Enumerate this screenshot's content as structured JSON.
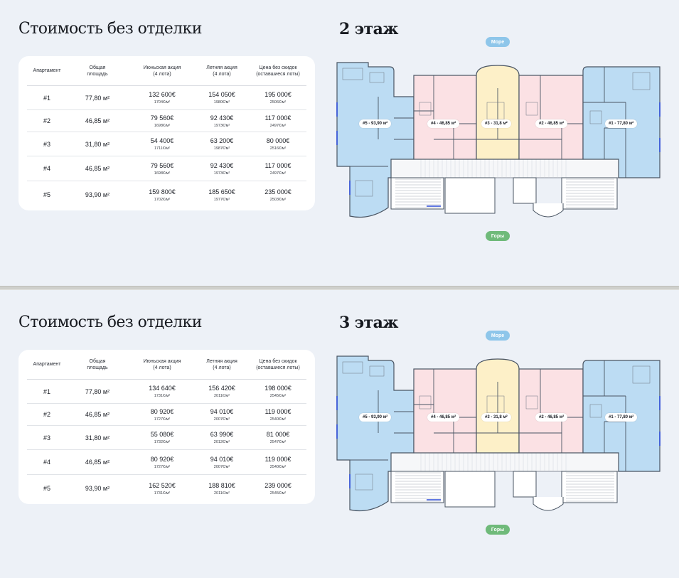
{
  "sections": [
    {
      "title": "Стоимость без отделки",
      "floor_title": "2 этаж",
      "sea_label": "Море",
      "mountains_label": "Горы",
      "headers": [
        "Апартамент",
        "Общая\nплощадь",
        "Июньская акция\n(4 лота)",
        "Летняя акция\n(4 лота)",
        "Цена без скидок\n(оставшиеся лоты)"
      ],
      "rows": [
        {
          "apt": "#1",
          "area": "77,80 м²",
          "june": "132 600€",
          "june_sub": "1704€/м²",
          "summer": "154 050€",
          "summer_sub": "1980€/м²",
          "price": "195 000€",
          "price_sub": "2506€/м²"
        },
        {
          "apt": "#2",
          "area": "46,85 м²",
          "june": "79 560€",
          "june_sub": "1698€/м²",
          "summer": "92 430€",
          "summer_sub": "1973€/м²",
          "price": "117 000€",
          "price_sub": "2497€/м²"
        },
        {
          "apt": "#3",
          "area": "31,80 м²",
          "june": "54 400€",
          "june_sub": "1711€/м²",
          "summer": "63 200€",
          "summer_sub": "1987€/м²",
          "price": "80 000€",
          "price_sub": "2516€/м²"
        },
        {
          "apt": "#4",
          "area": "46,85 м²",
          "june": "79 560€",
          "june_sub": "1698€/м²",
          "summer": "92 430€",
          "summer_sub": "1973€/м²",
          "price": "117 000€",
          "price_sub": "2497€/м²"
        },
        {
          "apt": "#5",
          "area": "93,90 м²",
          "june": "159 800€",
          "june_sub": "1702€/м²",
          "summer": "185 650€",
          "summer_sub": "1977€/м²",
          "price": "235 000€",
          "price_sub": "2503€/м²"
        }
      ],
      "plan_labels": [
        "#5 - 93,90 м²",
        "#4 - 46,85 м²",
        "#3 - 31,8 м²",
        "#2 - 46,85 м²",
        "#1 - 77,80 м²"
      ]
    },
    {
      "title": "Стоимость без отделки",
      "floor_title": "3 этаж",
      "sea_label": "Море",
      "mountains_label": "Горы",
      "headers": [
        "Апартамент",
        "Общая\nплощадь",
        "Июньская акция\n(4 лота)",
        "Летняя акция\n(4 лота)",
        "Цена без скидок\n(оставшиеся лоты)"
      ],
      "rows": [
        {
          "apt": "#1",
          "area": "77,80 м²",
          "june": "134 640€",
          "june_sub": "1731€/м²",
          "summer": "156 420€",
          "summer_sub": "2011€/м²",
          "price": "198 000€",
          "price_sub": "2545€/м²"
        },
        {
          "apt": "#2",
          "area": "46,85 м²",
          "june": "80 920€",
          "june_sub": "1727€/м²",
          "summer": "94 010€",
          "summer_sub": "2007€/м²",
          "price": "119 000€",
          "price_sub": "2540€/м²"
        },
        {
          "apt": "#3",
          "area": "31,80 м²",
          "june": "55 080€",
          "june_sub": "1732€/м²",
          "summer": "63 990€",
          "summer_sub": "2012€/м²",
          "price": "81 000€",
          "price_sub": "2547€/м²"
        },
        {
          "apt": "#4",
          "area": "46,85 м²",
          "june": "80 920€",
          "june_sub": "1727€/м²",
          "summer": "94 010€",
          "summer_sub": "2007€/м²",
          "price": "119 000€",
          "price_sub": "2540€/м²"
        },
        {
          "apt": "#5",
          "area": "93,90 м²",
          "june": "162 520€",
          "june_sub": "1731€/м²",
          "summer": "188 810€",
          "summer_sub": "2011€/м²",
          "price": "239 000€",
          "price_sub": "2545€/м²"
        }
      ],
      "plan_labels": [
        "#5 - 93,90 м²",
        "#4 - 46,85 м²",
        "#3 - 31,8 м²",
        "#2 - 46,85 м²",
        "#1 - 77,80 м²"
      ]
    }
  ],
  "colors": {
    "apt_blue": "#bcdcf3",
    "apt_pink": "#fbe1e4",
    "apt_yellow": "#fdf0c8",
    "sea_pill": "#8ec6ea",
    "mountains_pill": "#6fba7a"
  }
}
